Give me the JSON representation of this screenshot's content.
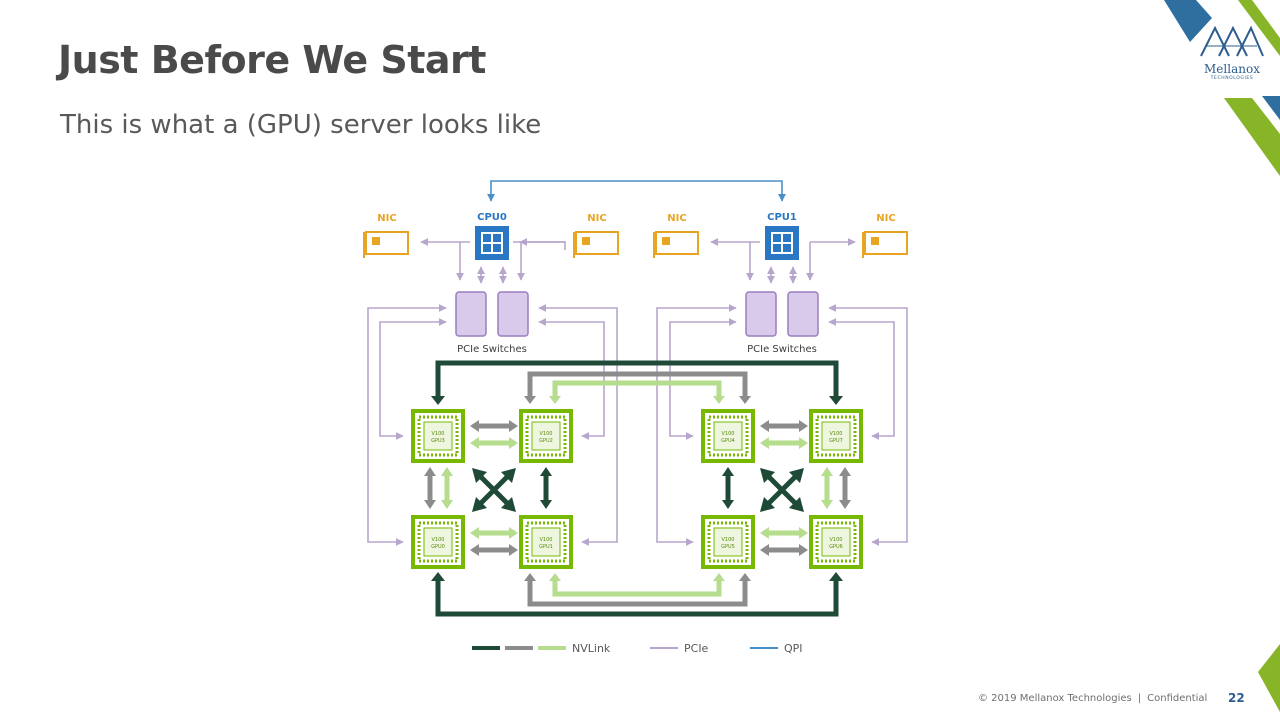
{
  "slide": {
    "title": "Just Before We Start",
    "subtitle": "This is what a (GPU) server looks like"
  },
  "brand": {
    "name": "Mellanox",
    "tagline": "TECHNOLOGIES"
  },
  "diagram": {
    "nic_label": "NIC",
    "cpus": [
      "CPU0",
      "CPU1"
    ],
    "pcie_switches_label": "PCIe Switches",
    "gpu_model": "V100",
    "gpus": [
      "GPU0",
      "GPU1",
      "GPU2",
      "GPU3",
      "GPU4",
      "GPU5",
      "GPU6",
      "GPU7"
    ],
    "legend": {
      "nvlink": "NVLink",
      "pcie": "PCIe",
      "qpi": "QPI"
    }
  },
  "footer": {
    "copyright": "© 2019 Mellanox Technologies",
    "separator": "|",
    "confidentiality": "Confidential",
    "page_number": "22"
  },
  "colors": {
    "nvlink_dark": "#1f4a38",
    "nvlink_gray": "#8c8c8c",
    "nvlink_light": "#b6dc8e",
    "pcie": "#b7a6cc",
    "qpi": "#4a90c8",
    "nic": "#e8a524",
    "cpu": "#2a78c4",
    "gpu": "#76b900",
    "switch_fill": "#d9c9ea",
    "switch_stroke": "#9b7fbf"
  }
}
